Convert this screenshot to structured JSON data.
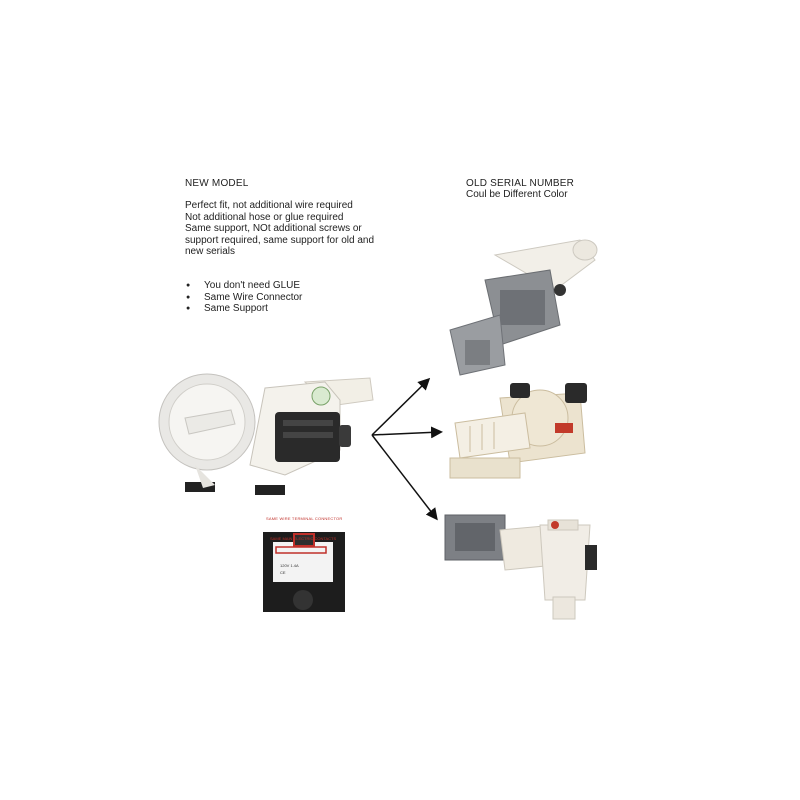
{
  "new_model": {
    "heading": "NEW MODEL",
    "description_lines": [
      "Perfect fit, not additional wire required",
      "Not additional hose or glue required",
      "Same support, NOt additional screws or",
      "support required, same support for old and",
      "new serials"
    ],
    "bullets": [
      "You don't need GLUE",
      "Same Wire Connector",
      "Same Support"
    ]
  },
  "old_serial": {
    "heading": "OLD SERIAL NUMBER",
    "subheading": "Coul be Different Color"
  },
  "connector_labels": {
    "top": "SAME WIRE TERMINAL CONNECTOR",
    "middle": "SAME MAIN ELECTRIC CONTACTS"
  }
}
